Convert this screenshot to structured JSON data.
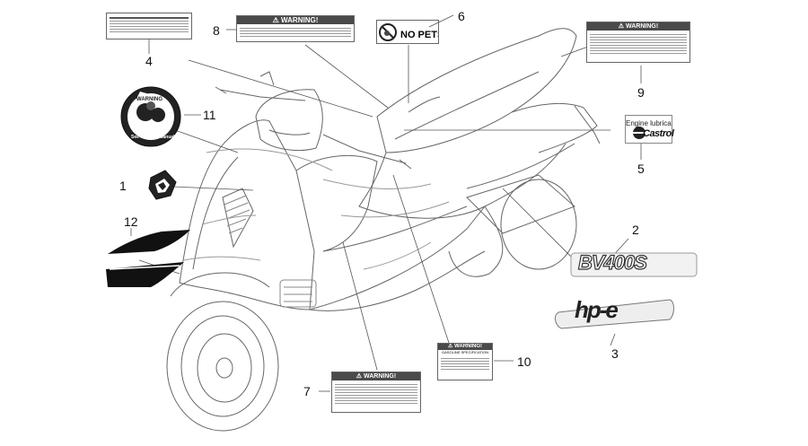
{
  "callouts": [
    {
      "id": "1",
      "text": "1"
    },
    {
      "id": "2",
      "text": "2"
    },
    {
      "id": "3",
      "text": "3"
    },
    {
      "id": "4",
      "text": "4"
    },
    {
      "id": "5",
      "text": "5"
    },
    {
      "id": "6",
      "text": "6"
    },
    {
      "id": "7",
      "text": "7"
    },
    {
      "id": "8",
      "text": "8"
    },
    {
      "id": "9",
      "text": "9"
    },
    {
      "id": "10",
      "text": "10"
    },
    {
      "id": "11",
      "text": "11"
    },
    {
      "id": "12",
      "text": "12"
    }
  ],
  "labels": {
    "warning_title": "WARNING!",
    "no_pets": "NO PETS",
    "castrol_line1": "Engine lubricated by",
    "castrol_brand": "Castrol",
    "bv400s": "BV400S",
    "hpe": "hp-e",
    "warning_sticker_word": "WARNING",
    "owners_manual": "See Owner's Manual",
    "gasoline_spec": "GASOLINE SPECIFICATION"
  },
  "colors": {
    "line": "#555555",
    "dark": "#222222",
    "warning_header": "#4a4a4a"
  }
}
